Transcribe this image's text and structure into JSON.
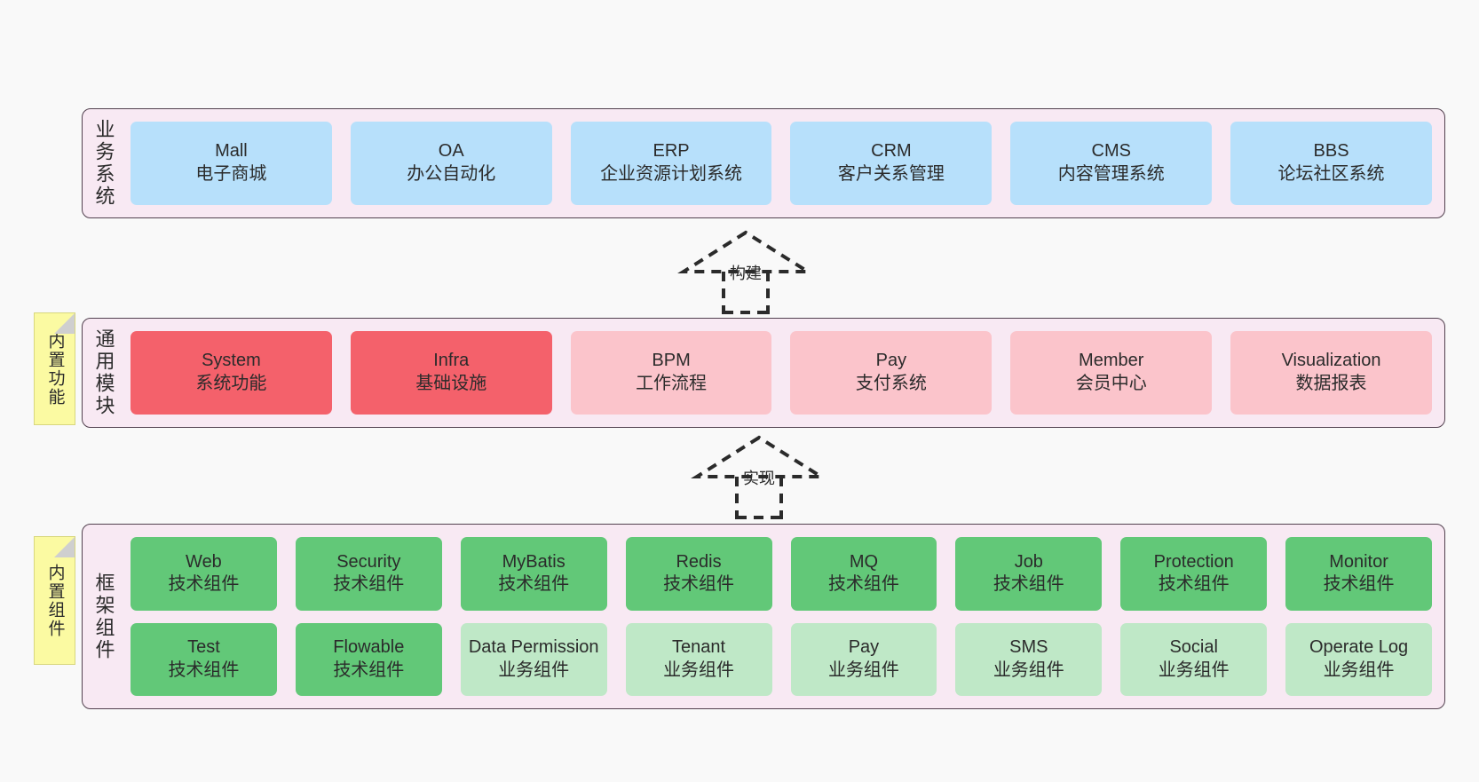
{
  "background": "#f9f9f9",
  "palette": {
    "panel_fill": "#f8e9f3",
    "panel_border": "#52414f",
    "blue": "#b7e0fb",
    "red": "#f4616b",
    "pink": "#fbc4cb",
    "green": "#62c878",
    "light_green": "#bfe8c7",
    "note_yellow": "#fbfaa2"
  },
  "layers": {
    "business": {
      "title": "业务系统",
      "items": [
        {
          "name": "Mall",
          "desc": "电子商城",
          "color": "blue"
        },
        {
          "name": "OA",
          "desc": "办公自动化",
          "color": "blue"
        },
        {
          "name": "ERP",
          "desc": "企业资源计划系统",
          "color": "blue"
        },
        {
          "name": "CRM",
          "desc": "客户关系管理",
          "color": "blue"
        },
        {
          "name": "CMS",
          "desc": "内容管理系统",
          "color": "blue"
        },
        {
          "name": "BBS",
          "desc": "论坛社区系统",
          "color": "blue"
        }
      ]
    },
    "common": {
      "title": "通用模块",
      "note": "内置功能",
      "items": [
        {
          "name": "System",
          "desc": "系统功能",
          "color": "red"
        },
        {
          "name": "Infra",
          "desc": "基础设施",
          "color": "red"
        },
        {
          "name": "BPM",
          "desc": "工作流程",
          "color": "pink"
        },
        {
          "name": "Pay",
          "desc": "支付系统",
          "color": "pink"
        },
        {
          "name": "Member",
          "desc": "会员中心",
          "color": "pink"
        },
        {
          "name": "Visualization",
          "desc": "数据报表",
          "color": "pink"
        }
      ]
    },
    "framework": {
      "title": "框架组件",
      "note": "内置组件",
      "row1": [
        {
          "name": "Web",
          "desc": "技术组件",
          "color": "green"
        },
        {
          "name": "Security",
          "desc": "技术组件",
          "color": "green"
        },
        {
          "name": "MyBatis",
          "desc": "技术组件",
          "color": "green"
        },
        {
          "name": "Redis",
          "desc": "技术组件",
          "color": "green"
        },
        {
          "name": "MQ",
          "desc": "技术组件",
          "color": "green"
        },
        {
          "name": "Job",
          "desc": "技术组件",
          "color": "green"
        },
        {
          "name": "Protection",
          "desc": "技术组件",
          "color": "green"
        },
        {
          "name": "Monitor",
          "desc": "技术组件",
          "color": "green"
        }
      ],
      "row2": [
        {
          "name": "Test",
          "desc": "技术组件",
          "color": "green"
        },
        {
          "name": "Flowable",
          "desc": "技术组件",
          "color": "green"
        },
        {
          "name": "Data Permission",
          "desc": "业务组件",
          "color": "light_green"
        },
        {
          "name": "Tenant",
          "desc": "业务组件",
          "color": "light_green"
        },
        {
          "name": "Pay",
          "desc": "业务组件",
          "color": "light_green"
        },
        {
          "name": "SMS",
          "desc": "业务组件",
          "color": "light_green"
        },
        {
          "name": "Social",
          "desc": "业务组件",
          "color": "light_green"
        },
        {
          "name": "Operate Log",
          "desc": "业务组件",
          "color": "light_green"
        }
      ]
    }
  },
  "connectors": [
    {
      "id": "build",
      "label": "构建",
      "style": "dashed-generalization-up"
    },
    {
      "id": "implement",
      "label": "实现",
      "style": "dashed-generalization-up"
    }
  ]
}
